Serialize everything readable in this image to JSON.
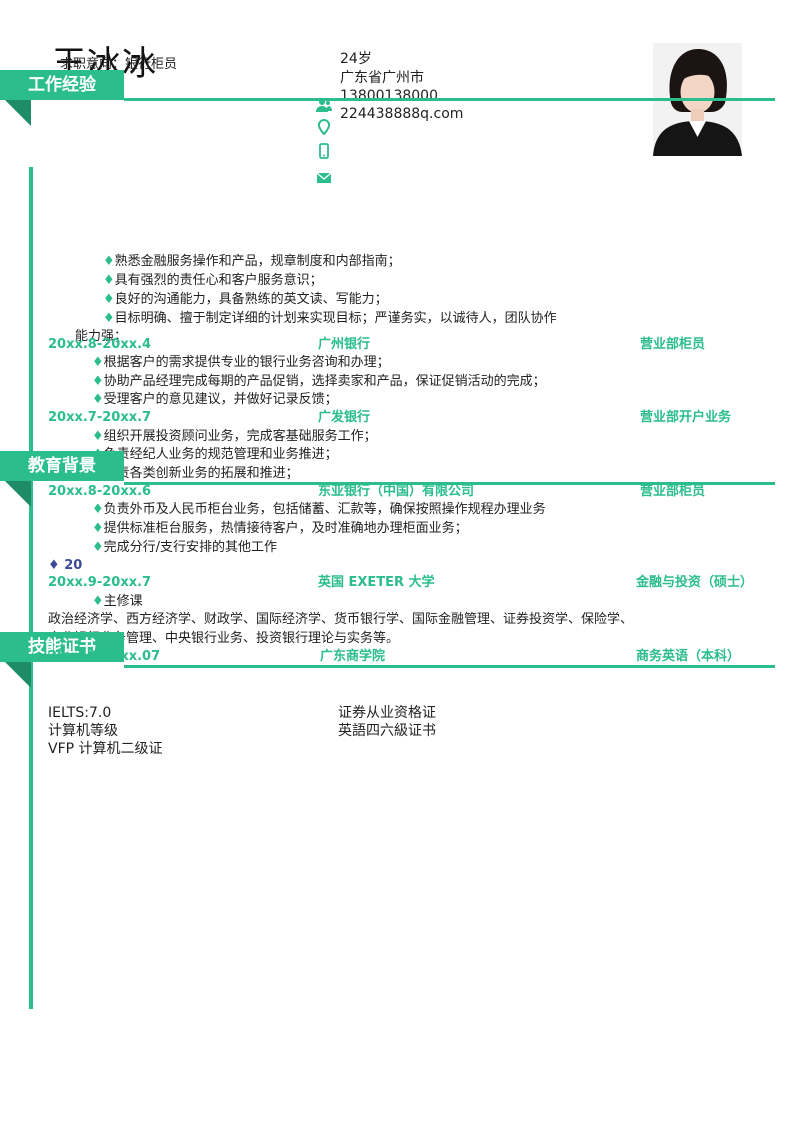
{
  "header": {
    "name": "王冰冰",
    "job_intent": "求职意向：银行柜员",
    "age": "24岁",
    "location": "广东省广州市",
    "phone": "13800138000",
    "email": "224438888q.com",
    "icons": [
      "user-icon",
      "location-pin-icon",
      "phone-icon",
      "mail-icon"
    ]
  },
  "sections": {
    "work": "工作经验",
    "education": "教育背景",
    "skills": "技能证书"
  },
  "summary": [
    "熟悉金融服务操作和产品，规章制度和内部指南；",
    "具有强烈的责任心和客户服务意识；",
    "良好的沟通能力，具备熟练的英文读、写能力；",
    "目标明确、擅于制定详细的计划来实现目标；严谨务实，以诚待人，团队协作"
  ],
  "summary_wrap": "能力强；",
  "jobs": [
    {
      "period": "20xx.8-20xx.4",
      "company": "广州银行",
      "role": "营业部柜员",
      "items": [
        "根据客户的需求提供专业的银行业务咨询和办理；",
        "协助产品经理完成每期的产品促销，选择卖家和产品，保证促销活动的完成；",
        "受理客户的意见建议，并做好记录反馈；"
      ]
    },
    {
      "period": "20xx.7-20xx.7",
      "company": "广发银行",
      "role": "营业部开户业务",
      "items": [
        "组织开展投资顾问业务，完成客基础服务工作；",
        "负责经纪人业务的规范管理和业务推进；",
        "负责各类创新业务的拓展和推进；"
      ]
    },
    {
      "period": "20xx.8-20xx.6",
      "company": "东亚银行（中国）有限公司",
      "role": "营业部柜员",
      "items": [
        "负责外币及人民币柜台业务，包括储蓄、汇款等，确保按照操作规程办理业务",
        "提供标准柜台服务，热情接待客户，及时准确地办理柜面业务；",
        "完成分行/支行安排的其他工作"
      ]
    }
  ],
  "education": {
    "stray": "20",
    "entries": [
      {
        "period": "20xx.9-20xx.7",
        "school": "英国 EXETER 大学",
        "degree": "金融与投资（硕士）",
        "course_label": "主修课",
        "courses_line1": "政治经济学、西方经济学、财政学、国际经济学、货币银行学、国际金融管理、证券投资学、保险学、",
        "courses_line2": "商业银行业务管理、中央银行业务、投资银行理论与实务等。"
      },
      {
        "period": "20xx.9-20xx.07",
        "school": "广东商学院",
        "degree": "商务英语（本科）"
      }
    ]
  },
  "skills": {
    "left": [
      "IELTS:7.0",
      "计算机等级",
      "VFP 计算机二级证"
    ],
    "right": [
      "证券从业资格证",
      "英語四六級证书"
    ]
  },
  "colors": {
    "accent": "#2bbd8c",
    "accent_dark": "#1f8c68",
    "stray_text": "#3b4b9a"
  }
}
